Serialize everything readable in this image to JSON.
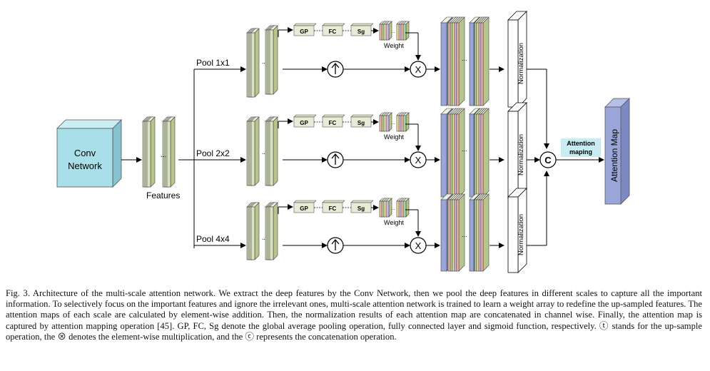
{
  "figure": {
    "conv_network_line1": "Conv",
    "conv_network_line2": "Network",
    "features_label": "Features",
    "branches": [
      {
        "pool_label": "Pool 1x1",
        "gp": "GP",
        "fc": "FC",
        "sg": "Sg",
        "weight": "Weight",
        "normalization": "Normalization"
      },
      {
        "pool_label": "Pool 2x2",
        "gp": "GP",
        "fc": "FC",
        "sg": "Sg",
        "weight": "Weight",
        "normalization": "Normalization"
      },
      {
        "pool_label": "Pool 4x4",
        "gp": "GP",
        "fc": "FC",
        "sg": "Sg",
        "weight": "Weight",
        "normalization": "Normalization"
      }
    ],
    "multiply_symbol": "X",
    "concat_symbol": "C",
    "attention_maping_line1": "Attention",
    "attention_maping_line2": "maping",
    "attention_map_label": "Attention Map",
    "ellipsis": "..."
  },
  "colors": {
    "conv_front": "#a9dfe9",
    "conv_side": "#86c3cf",
    "feature_green": "#d9e3bf",
    "attention_blue": "#9aa6d8",
    "attention_box": "#c9ecf2"
  },
  "caption": {
    "text": "Fig. 3.  Architecture of the multi-scale attention network. We extract the deep features by the Conv Network, then we pool the deep features in different scales to capture all the important information. To selectively focus on the important features and ignore the irrelevant ones, multi-scale attention network is trained to learn a weight array to redefine the up-sampled features. The attention maps of each scale are calculated by element-wise addition. Then, the normalization results of each attention map are concatenated in channel wise. Finally, the attention map is captured by attention mapping operation [45]. GP, FC, Sg denote the global average pooling operation, fully connected layer and sigmoid function, respectively. ⓣ stands for the up-sample operation, the ⊗ denotes the element-wise multiplication, and the ⓒ represents the concatenation operation."
  }
}
